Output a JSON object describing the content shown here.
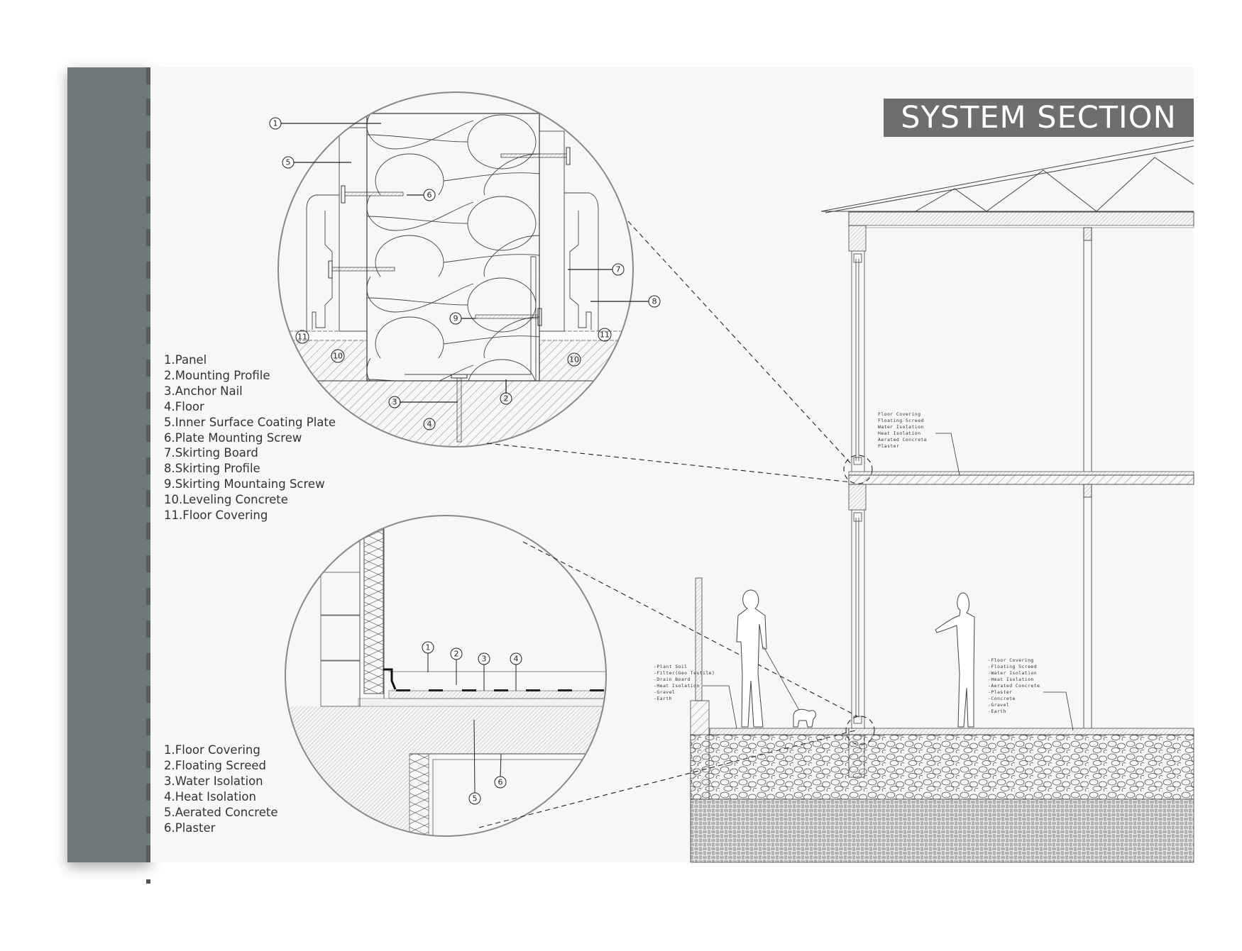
{
  "title": "SYSTEM SECTION",
  "detail_wall_floor": {
    "legend": [
      "1.Panel",
      "2.Mounting Profile",
      "3.Anchor Nail",
      "4.Floor",
      "5.Inner Surface Coating Plate",
      "6.Plate Mounting Screw",
      "7.Skirting Board",
      "8.Skirting Profile",
      "9.Skirting Mountaing Screw",
      "10.Leveling Concrete",
      "11.Floor Covering"
    ],
    "callouts": [
      "1",
      "2",
      "3",
      "4",
      "5",
      "6",
      "7",
      "8",
      "9",
      "10",
      "11"
    ]
  },
  "detail_ground_floor": {
    "legend": [
      "1.Floor Covering",
      "2.Floating Screed",
      "3.Water Isolation",
      "4.Heat Isolation",
      "5.Aerated Concrete",
      "6.Plaster"
    ],
    "callouts": [
      "1",
      "2",
      "3",
      "4",
      "5",
      "6"
    ]
  },
  "section_notes": {
    "upper_floor": [
      "Floor Covering",
      "Floating Screed",
      "Water Isolation",
      "Heat Isolation",
      "Aerated Concrete",
      "Plaster"
    ],
    "garden": [
      "-Plant Soil",
      "-Filter(Geo Textile)",
      "-Drain Board",
      "-Heat Isolation",
      "-Gravel",
      "-Earth"
    ],
    "ground_floor": [
      "-Floor Covering",
      "-Floating Screed",
      "-Water Isolation",
      "-Heat Isolation",
      "-Aerated Concrete",
      "-Plaster",
      "-Concrete",
      "-Gravel",
      "-Earth"
    ]
  },
  "colors": {
    "side_bar": "#71787c",
    "title_box": "#6e6e6e",
    "paper": "#f7f7f6",
    "line": "#333333"
  }
}
